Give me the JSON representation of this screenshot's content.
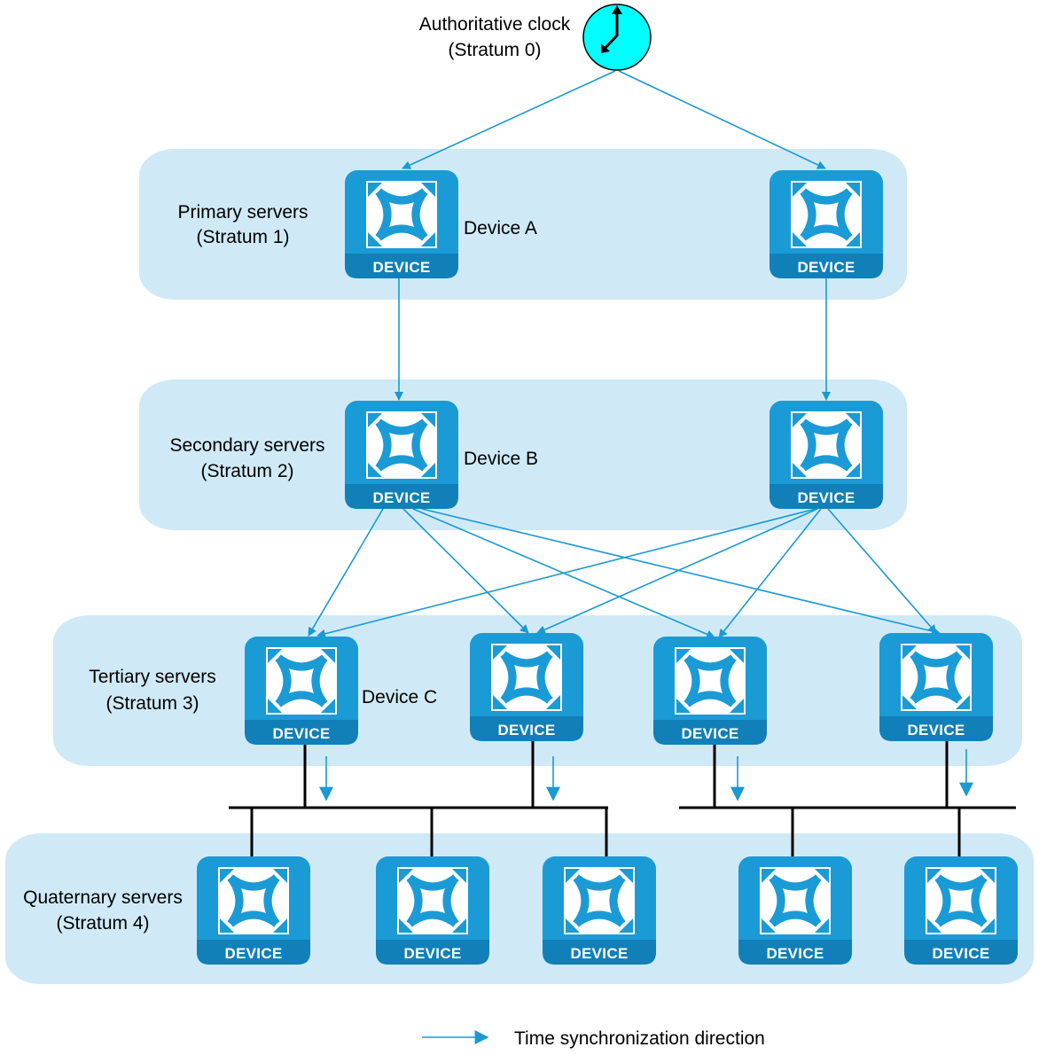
{
  "clock": {
    "title": "Authoritative clock",
    "stratum": "(Stratum 0)",
    "icon": "clock-icon"
  },
  "strata": [
    {
      "id": "primary",
      "title": "Primary servers",
      "stratum": "(Stratum 1)"
    },
    {
      "id": "secondary",
      "title": "Secondary servers",
      "stratum": "(Stratum 2)"
    },
    {
      "id": "tertiary",
      "title": "Tertiary servers",
      "stratum": "(Stratum 3)"
    },
    {
      "id": "quaternary",
      "title": "Quaternary servers",
      "stratum": "(Stratum 4)"
    }
  ],
  "device_label": "DEVICE",
  "device_names": {
    "a": "Device A",
    "b": "Device B",
    "c": "Device C"
  },
  "legend": {
    "label": "Time synchronization direction"
  },
  "colors": {
    "band": "#cfeaf6",
    "device_body": "#1b9bd5",
    "device_bottom": "#1180b8",
    "arrow": "#1a99d3",
    "clock_fill": "#00ffff"
  }
}
